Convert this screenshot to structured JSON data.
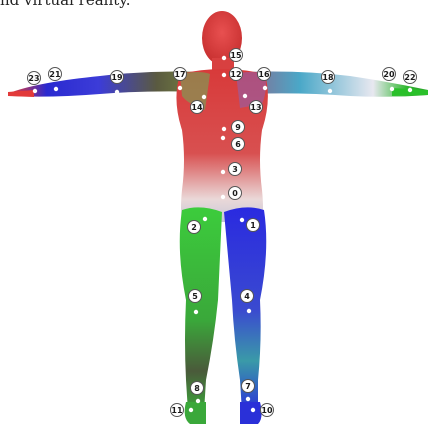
{
  "caption": "nd virtual reality.",
  "joints": [
    {
      "id": "0",
      "label": "0"
    },
    {
      "id": "1",
      "label": "1"
    },
    {
      "id": "2",
      "label": "2"
    },
    {
      "id": "3",
      "label": "3"
    },
    {
      "id": "4",
      "label": "4"
    },
    {
      "id": "5",
      "label": "5"
    },
    {
      "id": "6",
      "label": "6"
    },
    {
      "id": "7",
      "label": "7"
    },
    {
      "id": "8",
      "label": "8"
    },
    {
      "id": "9",
      "label": "9"
    },
    {
      "id": "10",
      "label": "10"
    },
    {
      "id": "11",
      "label": "11"
    },
    {
      "id": "12",
      "label": "12"
    },
    {
      "id": "13",
      "label": "13"
    },
    {
      "id": "14",
      "label": "14"
    },
    {
      "id": "15",
      "label": "15"
    },
    {
      "id": "16",
      "label": "16"
    },
    {
      "id": "17",
      "label": "17"
    },
    {
      "id": "18",
      "label": "18"
    },
    {
      "id": "19",
      "label": "19"
    },
    {
      "id": "20",
      "label": "20"
    },
    {
      "id": "21",
      "label": "21"
    },
    {
      "id": "22",
      "label": "22"
    },
    {
      "id": "23",
      "label": "23"
    }
  ],
  "colors": {
    "torso": "#d94a4a",
    "left_side": "#2a35d6",
    "right_side": "#3bb53b",
    "mid": "#f2eeee"
  }
}
